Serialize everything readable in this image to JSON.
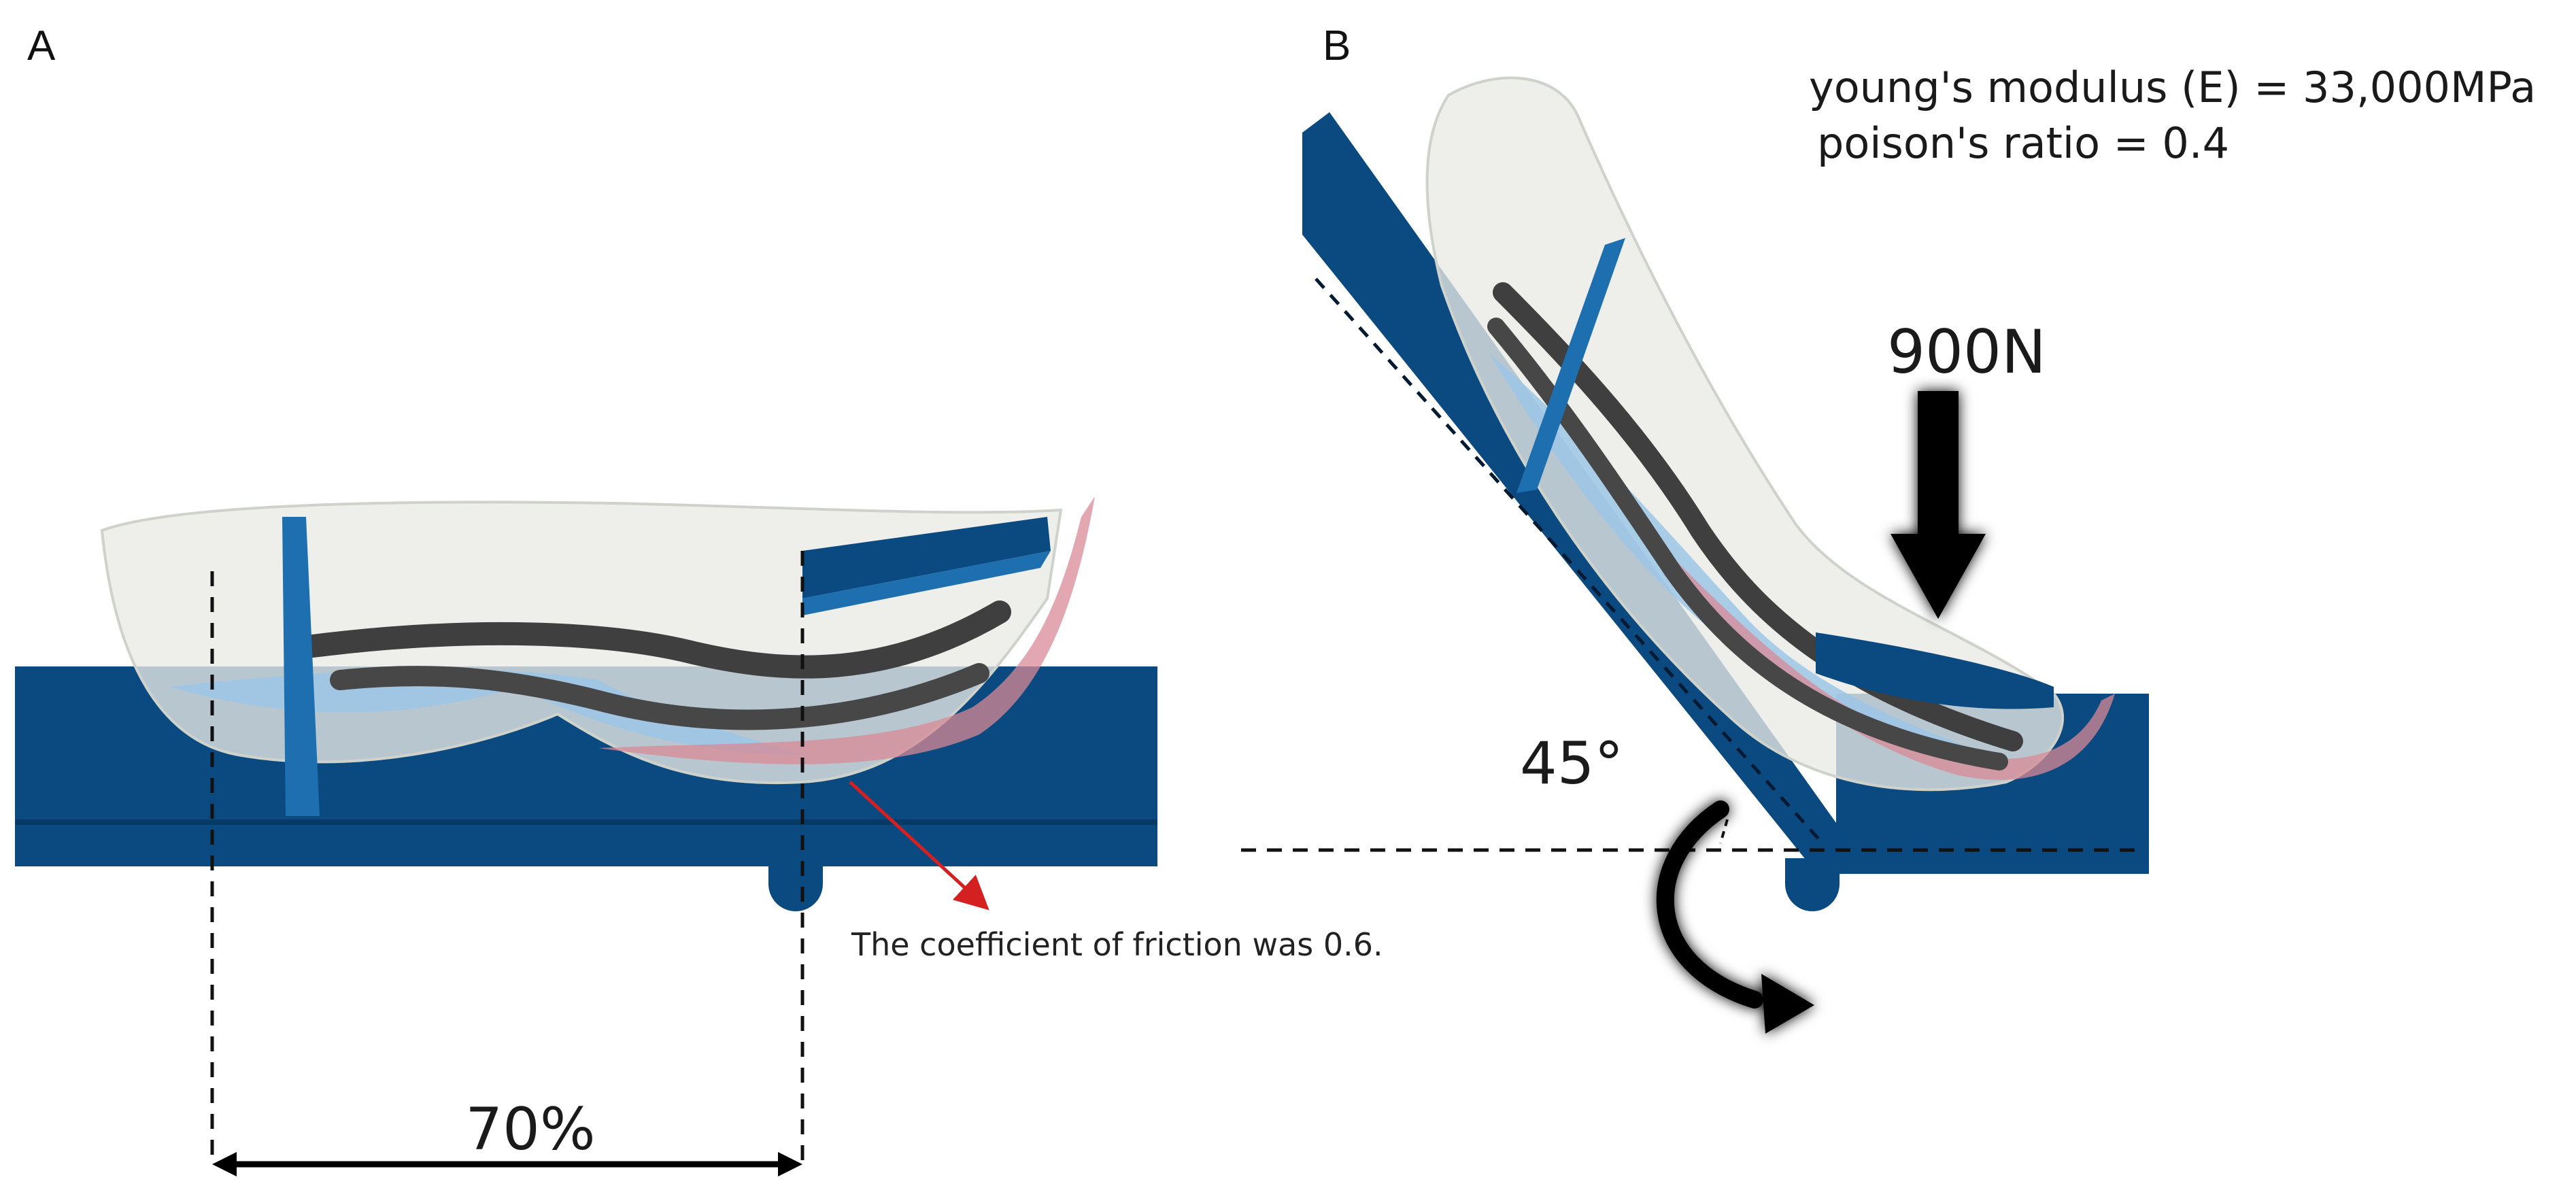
{
  "panels": [
    {
      "letter": "A"
    },
    {
      "letter": "B"
    }
  ],
  "panel_a": {
    "friction_note": "The coefficient of friction was 0.6.",
    "span_label": "70%"
  },
  "panel_b": {
    "material_line_1": "young's modulus (E) = 33,000MPa",
    "material_line_2": "poison's ratio = 0.4",
    "load_label": "900N",
    "angle_label": "45°"
  },
  "colors": {
    "plate_blue": "#0b4a80",
    "plate_blue_light": "#1d6fb0",
    "bone_shell": "#e9ebe6",
    "cortical_blue": "#9cc6e6",
    "implant_red": "#d88a95",
    "cement_dark": "#3f3f3f",
    "arrow_black": "#000000",
    "arrow_glow": "#8fb8ff",
    "pointer_red": "#d42020"
  }
}
